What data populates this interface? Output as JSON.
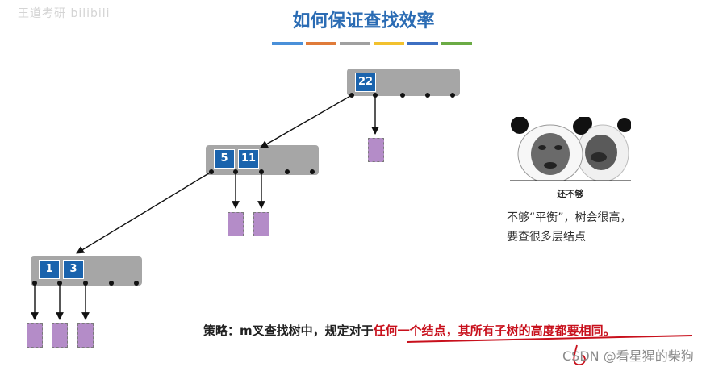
{
  "watermark_top_left": "王道考研 bilibili",
  "title": "如何保证查找效率",
  "title_bar_colors": [
    "#4a90d9",
    "#e07b39",
    "#a0a0a0",
    "#f2c12e",
    "#3d6fc2",
    "#6bab45"
  ],
  "nodes": {
    "root": {
      "keys": [
        "22"
      ]
    },
    "mid": {
      "keys": [
        "5",
        "11"
      ]
    },
    "bottom": {
      "keys": [
        "1",
        "3"
      ]
    }
  },
  "meme": {
    "icon": "panda-meme-face",
    "caption": "还不够"
  },
  "side_note": "不够“平衡”，树会很高，要查很多层结点",
  "strategy": {
    "prefix": "策略：m叉查找树中，规定对于",
    "highlight": "任何一个结点，其所有子树的高度都要相同。"
  },
  "csdn_watermark": "CSDN @看星猩的柴狗",
  "colors": {
    "title": "#2b6cb4",
    "node": "#a6a6a6",
    "key": "#1a63ad",
    "leaf": "#b48cc8",
    "highlight_text": "#c8101c"
  }
}
